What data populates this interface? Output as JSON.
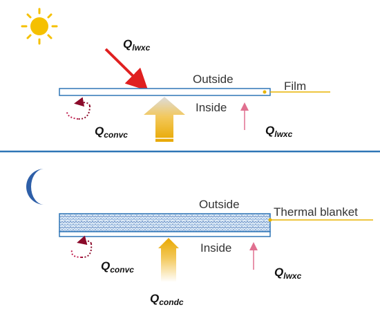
{
  "day": {
    "q_radiation_in": {
      "base": "Q",
      "sub": "lwxc"
    },
    "q_convection": {
      "base": "Q",
      "sub": "convc"
    },
    "q_radiation_out": {
      "base": "Q",
      "sub": "lwxc"
    },
    "outside_label": "Outside",
    "inside_label": "Inside",
    "material_label": "Film"
  },
  "night": {
    "q_convection": {
      "base": "Q",
      "sub": "convc"
    },
    "q_conduction": {
      "base": "Q",
      "sub": "condc"
    },
    "q_radiation_out": {
      "base": "Q",
      "sub": "lwxc"
    },
    "outside_label": "Outside",
    "inside_label": "Inside",
    "material_label": "Thermal blanket"
  },
  "colors": {
    "sun": "#f5c000",
    "moon": "#2e5fa8",
    "panel_border": "#2e75b6",
    "divider": "#2e75b6",
    "radiation_in_arrow": "#e02020",
    "radiation_out_arrow": "#e07090",
    "convection_loop": "#8b0a2a",
    "leader_line": "#e8b400",
    "big_arrow_top": "#f0b400",
    "big_arrow_bottom": "#e0e0e0"
  }
}
